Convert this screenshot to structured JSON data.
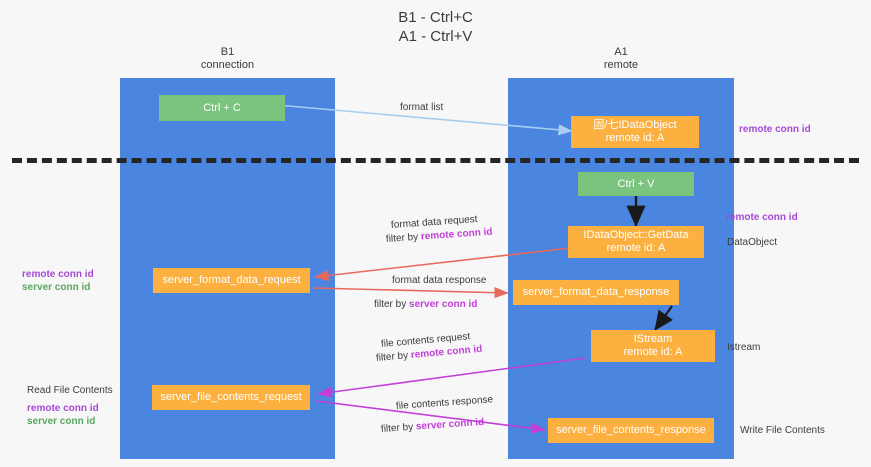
{
  "title": {
    "line1": "B1 - Ctrl+C",
    "line2": "A1 - Ctrl+V"
  },
  "lanes": [
    {
      "id": "b1",
      "name": "B1",
      "role": "connection"
    },
    {
      "id": "a1",
      "name": "A1",
      "role": "remote"
    }
  ],
  "nodes": {
    "ctrl_c": {
      "label": "Ctrl + C"
    },
    "idataobject": {
      "line1": "固/七IDataObject",
      "line2": "remote id: A"
    },
    "ctrl_v": {
      "label": "Ctrl + V"
    },
    "getdata": {
      "line1": "IDataObject::GetData",
      "line2": "remote id: A"
    },
    "fmt_request": {
      "label": "server_format_data_request"
    },
    "fmt_response": {
      "label": "server_format_data_response"
    },
    "istream": {
      "line1": "IStream",
      "line2": "remote id: A"
    },
    "file_request": {
      "label": "server_file_contents_request"
    },
    "file_response": {
      "label": "server_file_contents_response"
    }
  },
  "edges": {
    "format_list": {
      "label": "format list"
    },
    "format_data_request": {
      "label": "format data request",
      "filter_prefix": "filter by ",
      "filter_key": "remote conn id"
    },
    "format_data_response": {
      "label": "format data response",
      "filter_prefix": "filter by ",
      "filter_key": "server conn id"
    },
    "file_contents_request": {
      "label": "file contents request",
      "filter_prefix": "filter by ",
      "filter_key": "remote conn id"
    },
    "file_contents_response": {
      "label": "file contents response",
      "filter_prefix": "filter by ",
      "filter_key": "server conn id"
    }
  },
  "annotations": {
    "right_top_conn": "remote conn id",
    "right_mid_conn": "remote conn id",
    "right_dataobject": "DataObject",
    "right_istream": "Istream",
    "right_write_file": "Write File Contents",
    "left_remote_conn": "remote conn id",
    "left_server_conn": "server conn id",
    "left_read_file": "Read File Contents",
    "left_remote_conn2": "remote conn id",
    "left_server_conn2": "server conn id"
  },
  "colors": {
    "lane": "#4a86e0",
    "green_node": "#7bc47f",
    "orange_node": "#fbb040",
    "purple": "#a64ad4",
    "green_text": "#5aa75f",
    "magenta": "#c23fd8",
    "light_blue_arrow": "#a8cdf0",
    "red_arrow": "#e8695c",
    "black_arrow": "#1a1a1a",
    "background": "#f7f7f7"
  }
}
